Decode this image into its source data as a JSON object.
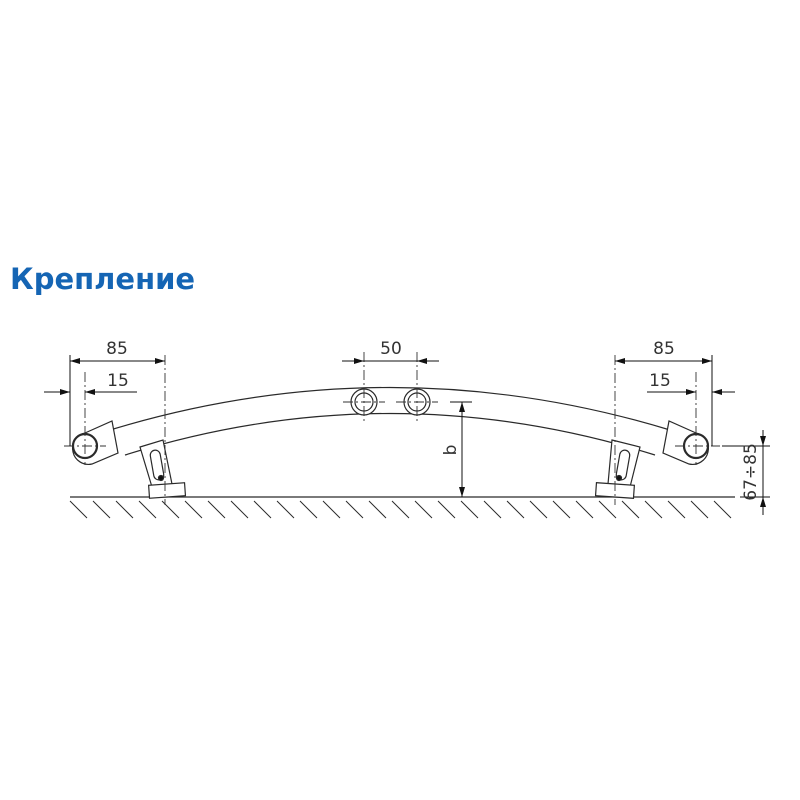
{
  "title": "Крепление",
  "colors": {
    "title": "#1565b4",
    "lines": "#2a2a2a"
  },
  "dimensions": {
    "left_outer": "85",
    "left_inner": "15",
    "center_spacing": "50",
    "right_outer": "85",
    "right_inner": "15",
    "height_label": "b",
    "wall_offset": "67÷85"
  }
}
